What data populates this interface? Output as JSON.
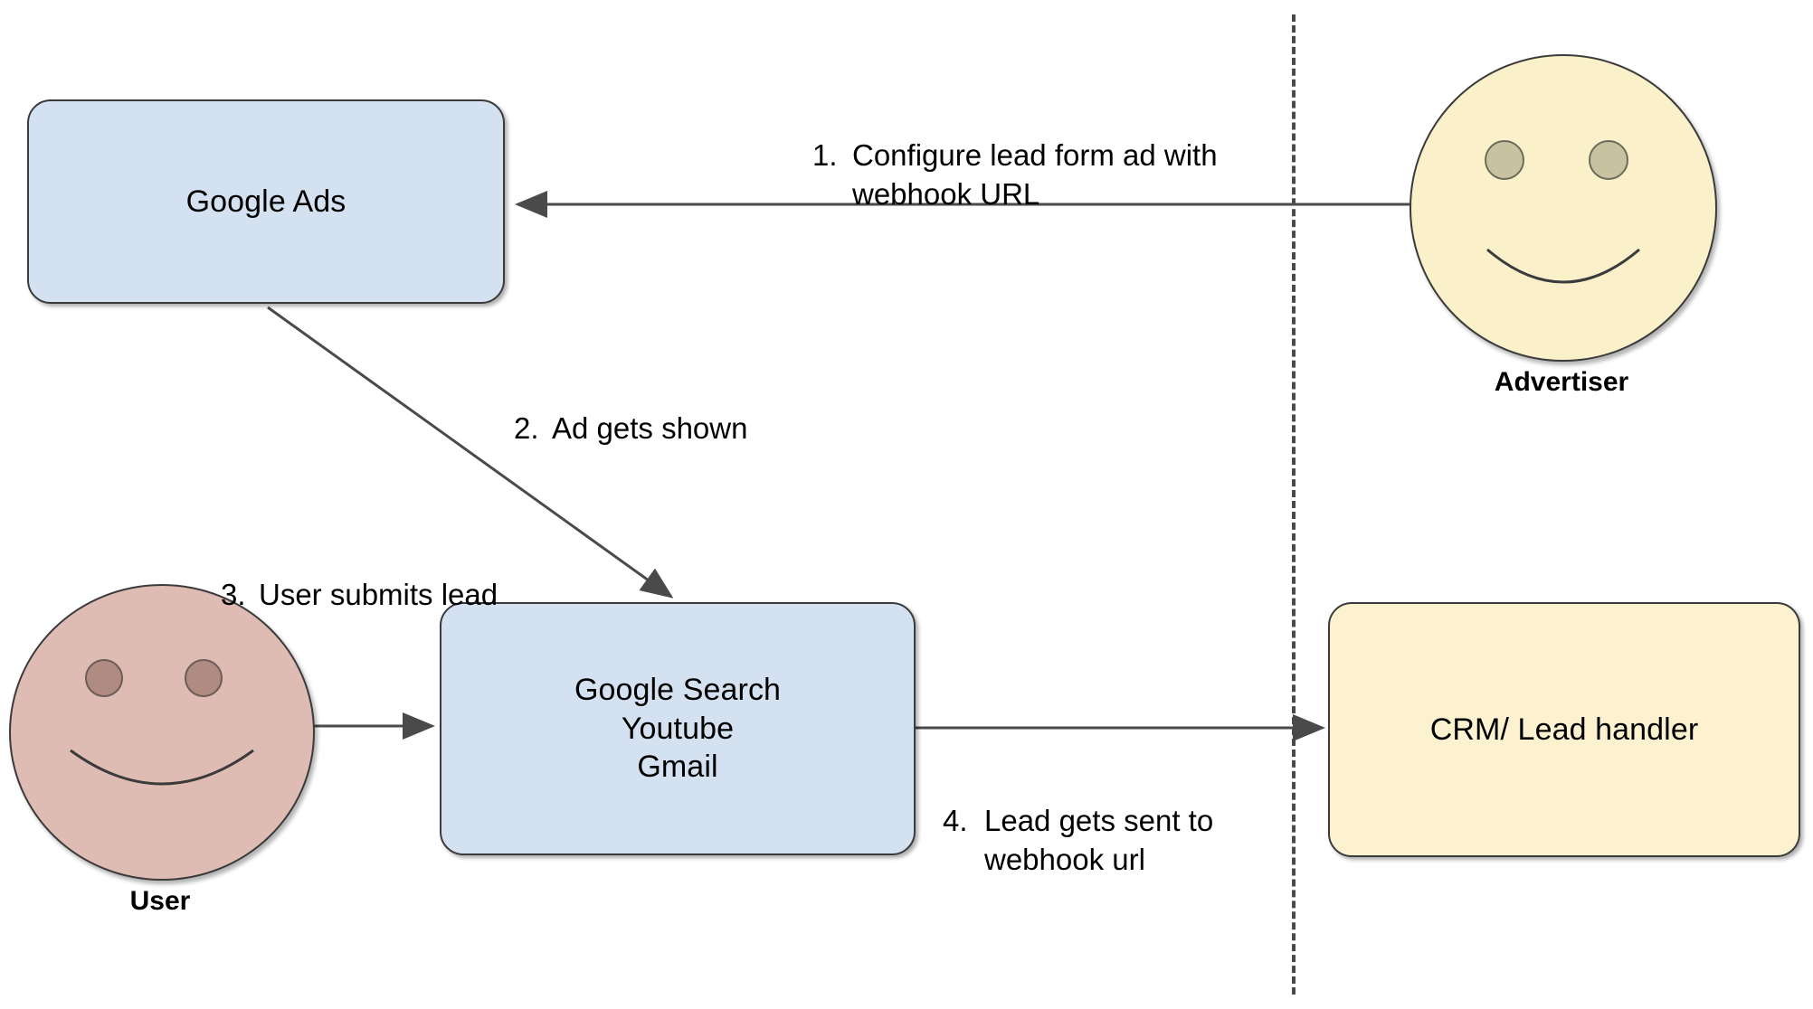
{
  "diagram": {
    "title": "Google Ads lead form webhook flow",
    "background_color": "#ffffff",
    "divider": {
      "name": "google-boundary-divider",
      "style": "dashed-vertical"
    },
    "colors": {
      "box_blue": "#D4E1F1",
      "box_yellow": "#FCF2D0",
      "face_yellow": "#FAF0CA",
      "face_pink": "#DEBCB4",
      "eye_yellow": "#C8C2A0",
      "eye_pink": "#B08B82",
      "stroke": "#3b3b3b",
      "text": "#000000"
    }
  },
  "nodes": {
    "google_ads": {
      "label": "Google Ads",
      "shape": "rounded-rectangle",
      "fill": "#D4E1F1"
    },
    "google_surfaces": {
      "label": "Google Search\nYoutube\nGmail",
      "shape": "rounded-rectangle",
      "fill": "#D4E1F1"
    },
    "crm": {
      "label": "CRM/ Lead handler",
      "shape": "rounded-rectangle",
      "fill": "#FCF2D0"
    },
    "advertiser": {
      "caption": "Advertiser",
      "shape": "smiley-face",
      "fill": "#FAF0CA"
    },
    "user": {
      "caption": "User",
      "shape": "smiley-face",
      "fill": "#DEBCB4"
    }
  },
  "edges": [
    {
      "id": 1,
      "number": "1.",
      "text": "Configure lead form ad with\nwebhook URL",
      "from": "advertiser",
      "to": "google_ads",
      "direction": "right-to-left"
    },
    {
      "id": 2,
      "number": "2.",
      "text": "Ad gets shown",
      "from": "google_ads",
      "to": "google_surfaces",
      "direction": "diagonal-down-right"
    },
    {
      "id": 3,
      "number": "3.",
      "text": "User submits lead",
      "from": "user",
      "to": "google_surfaces",
      "direction": "left-to-right"
    },
    {
      "id": 4,
      "number": "4.",
      "text": "Lead gets sent to\nwebhook url",
      "from": "google_surfaces",
      "to": "crm",
      "direction": "left-to-right"
    }
  ]
}
